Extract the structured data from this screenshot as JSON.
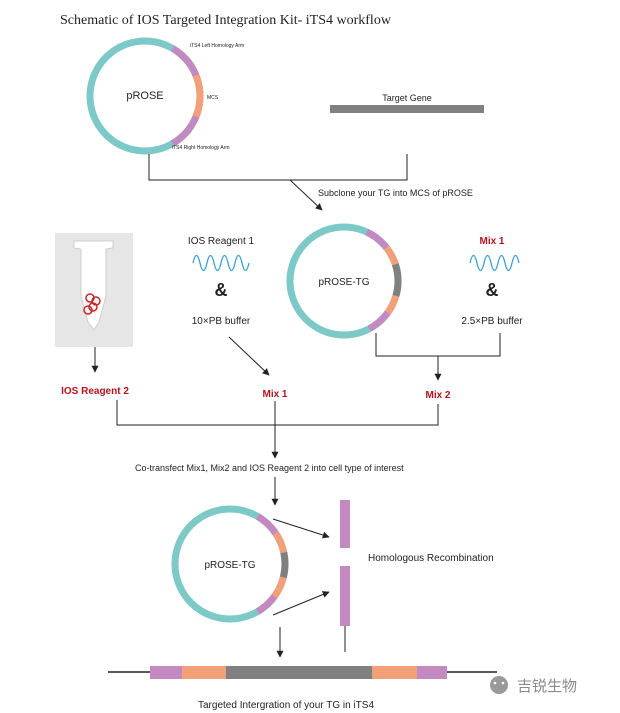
{
  "title": "Schematic of IOS Targeted Integration Kit- iTS4 workflow",
  "colors": {
    "plasmid": "#7cc9c7",
    "homology_arm": "#c38ac2",
    "mcs": "#f1a07a",
    "target_gene": "#808080",
    "accent_red": "#b3141c",
    "wave": "#3aa0d8",
    "line": "#222222"
  },
  "plasmid_top": {
    "name": "pROSE",
    "left_arm_label": "iTS4 Left Homology Arm",
    "mcs_label": "MCS",
    "right_arm_label": "iTS4 Right Homology Arm"
  },
  "target_gene_label": "Target Gene",
  "subclone_label": "Subclone your TG into MCS of pROSE",
  "reagent1": {
    "name": "IOS Reagent 1",
    "amp": "&",
    "buffer": "10×PB buffer"
  },
  "plasmid_middle": {
    "name": "pROSE-TG"
  },
  "mix1_source": {
    "name": "Mix 1",
    "amp": "&",
    "buffer": "2.5×PB buffer"
  },
  "tube_icon": "reagent-tube-icon",
  "products": {
    "reagent2": "IOS Reagent 2",
    "mix1": "Mix 1",
    "mix2": "Mix 2"
  },
  "cotransfect_label": "Co-transfect Mix1, Mix2 and IOS Reagent 2 into cell type of interest",
  "plasmid_bottom": {
    "name": "pROSE-TG"
  },
  "recombination_label": "Homologous Recombination",
  "integration_label": "Targeted Intergration of your TG in iTS4",
  "watermark": "吉锐生物"
}
